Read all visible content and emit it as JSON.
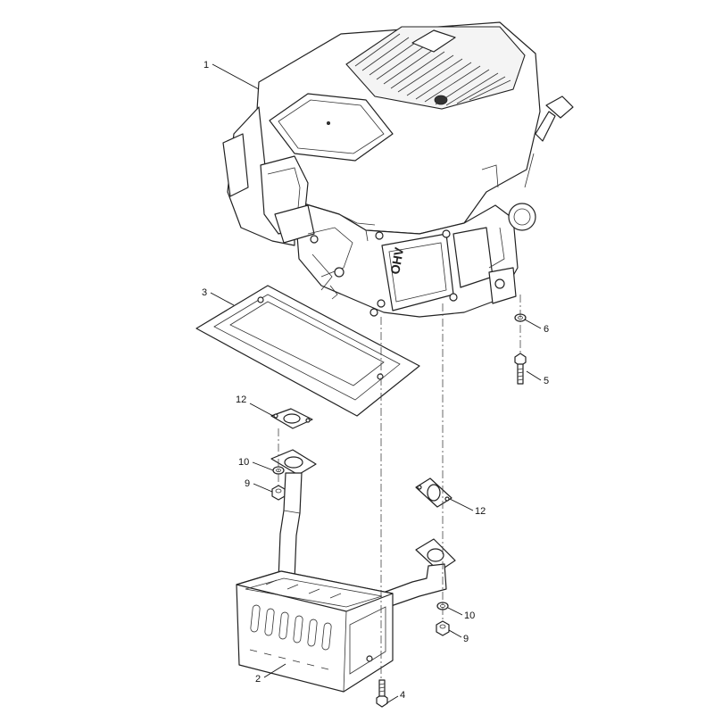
{
  "callouts": {
    "c1": "1",
    "c2": "2",
    "c3": "3",
    "c4": "4",
    "c5": "5",
    "c6": "6",
    "c9a": "9",
    "c9b": "9",
    "c10a": "10",
    "c10b": "10",
    "c12a": "12",
    "c12b": "12"
  },
  "engine_marking": "OHV"
}
